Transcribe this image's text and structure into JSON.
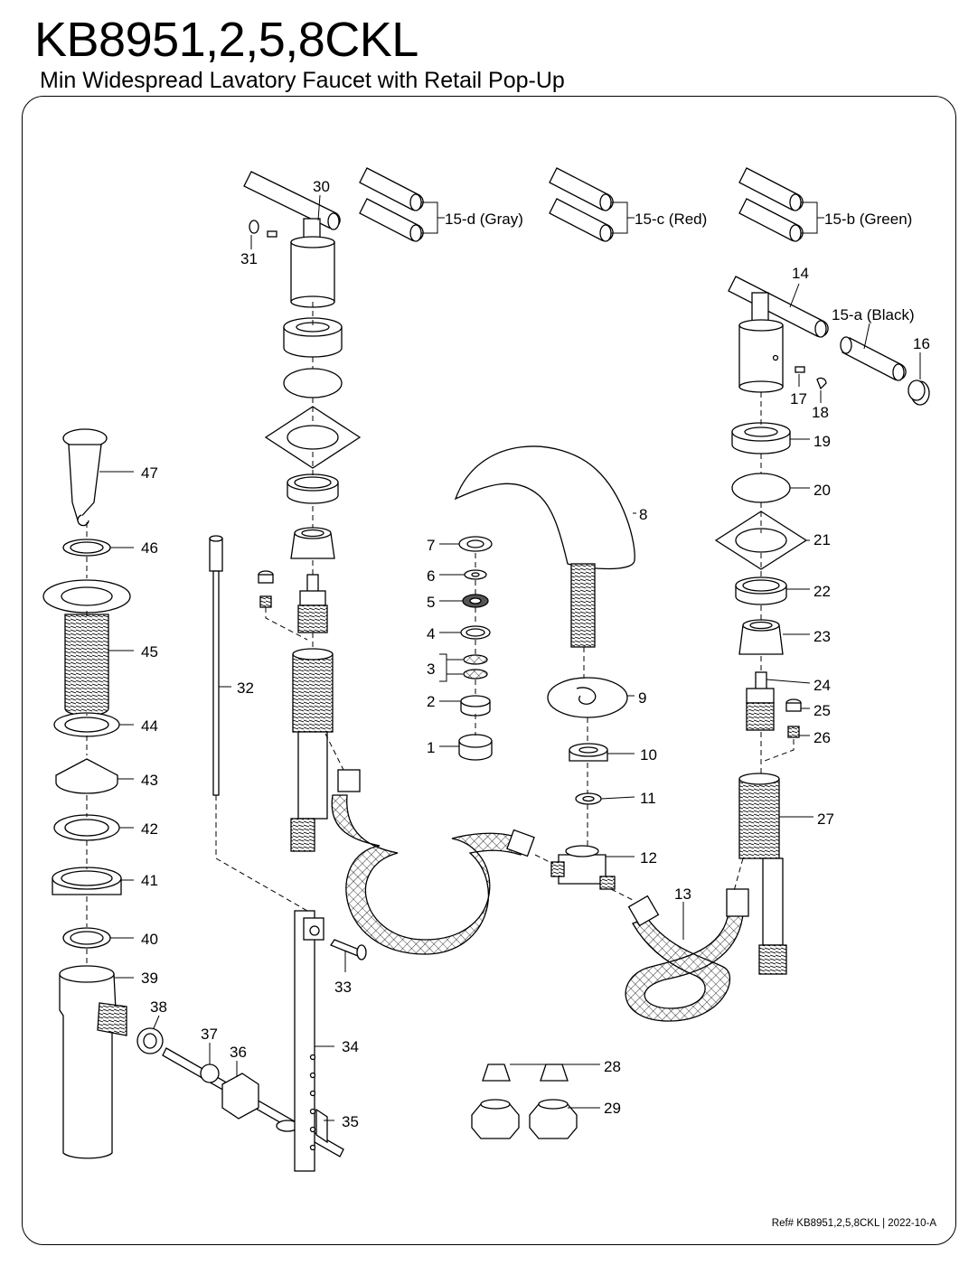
{
  "header": {
    "title": "KB8951,2,5,8CKL",
    "subtitle": "Min Widespread Lavatory Faucet with Retail Pop-Up"
  },
  "callouts": {
    "c1": "1",
    "c2": "2",
    "c3": "3",
    "c4": "4",
    "c5": "5",
    "c6": "6",
    "c7": "7",
    "c8": "8",
    "c9": "9",
    "c10": "10",
    "c11": "11",
    "c12": "12",
    "c13": "13",
    "c14": "14",
    "c15a": "15-a (Black)",
    "c15b": "15-b (Green)",
    "c15c": "15-c (Red)",
    "c15d": "15-d (Gray)",
    "c16": "16",
    "c17": "17",
    "c18": "18",
    "c19": "19",
    "c20": "20",
    "c21": "21",
    "c22": "22",
    "c23": "23",
    "c24": "24",
    "c25": "25",
    "c26": "26",
    "c27": "27",
    "c28": "28",
    "c29": "29",
    "c30": "30",
    "c31": "31",
    "c32": "32",
    "c33": "33",
    "c34": "34",
    "c35": "35",
    "c36": "36",
    "c37": "37",
    "c38": "38",
    "c39": "39",
    "c40": "40",
    "c41": "41",
    "c42": "42",
    "c43": "43",
    "c44": "44",
    "c45": "45",
    "c46": "46",
    "c47": "47"
  },
  "footer": {
    "ref": "Ref# KB8951,2,5,8CKL | 2022-10-A"
  }
}
